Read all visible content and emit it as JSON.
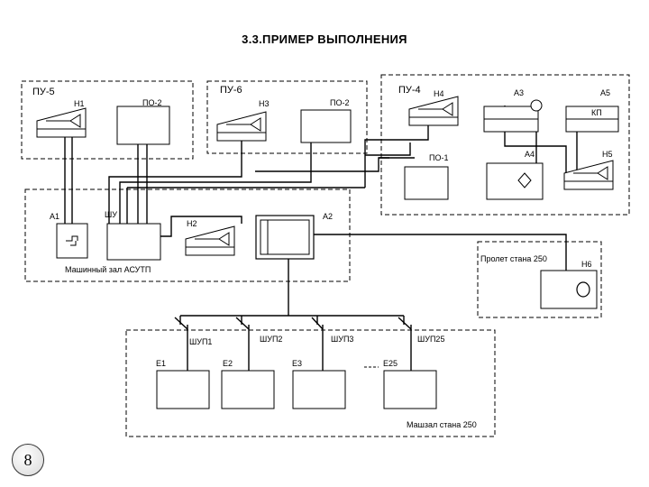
{
  "title": "3.3.ПРИМЕР ВЫПОЛНЕНИЯ",
  "page_number": "8",
  "zones": {
    "pu5": "ПУ-5",
    "pu6": "ПУ-6",
    "pu4": "ПУ-4",
    "machine_room": "Машинный зал АСУТП",
    "span": "Пролет стана 250",
    "mill_hall": "Машзал стана 250"
  },
  "labels": {
    "n1": "Н1",
    "po2a": "ПО-2",
    "n3": "Н3",
    "po2b": "ПО-2",
    "n4": "Н4",
    "a3": "А3",
    "a5": "А5",
    "kp": "КП",
    "po1": "ПО-1",
    "a4": "А4",
    "n5": "Н5",
    "a1": "А1",
    "shu": "ШУ",
    "n2": "Н2",
    "a2": "А2",
    "n6": "Н6",
    "shup1": "ШУП1",
    "shup2": "ШУП2",
    "shup3": "ШУП3",
    "shup25": "ШУП25",
    "e1": "Е1",
    "e2": "Е2",
    "e3": "Е3",
    "e25": "Е25"
  }
}
